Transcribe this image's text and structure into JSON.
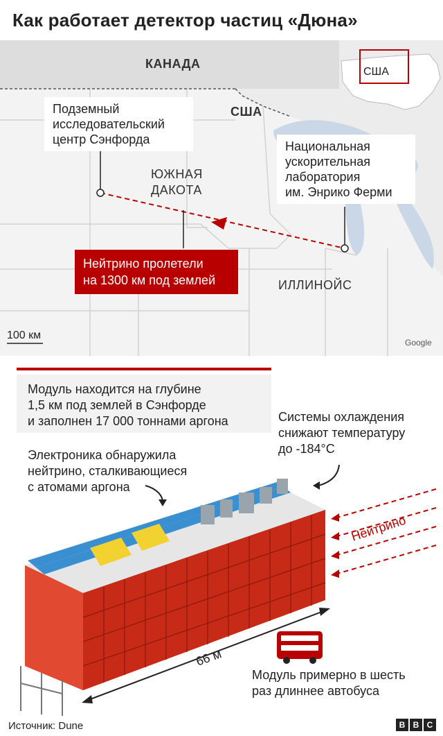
{
  "title": "Как работает детектор частиц «Дюна»",
  "map": {
    "canada": "КАНАДА",
    "usa": "США",
    "south_dakota_1": "ЮЖНАЯ",
    "south_dakota_2": "ДАКОТА",
    "illinois": "ИЛЛИНОЙС",
    "scale": "100 км",
    "credit": "Google",
    "inset_label": "США",
    "sanford_lines": [
      "Подземный",
      "исследовательский",
      "центр Сэнфорда"
    ],
    "fermi_lines": [
      "Национальная",
      "ускорительная",
      "лаборатория",
      "им. Энрико Ферми"
    ],
    "neutrino_lines": [
      "Нейтрино пролетели",
      "на 1300 км под землей"
    ]
  },
  "detector": {
    "module_lines": [
      "Модуль находится на глубине",
      "1,5 км под землей в Сэнфорде",
      "и заполнен 17 000 тоннами аргона"
    ],
    "cooling_lines": [
      "Системы охлаждения",
      "снижают температуру",
      "до -184°C"
    ],
    "electronics_lines": [
      "Электроника обнаружила",
      "нейтрино, сталкивающиеся",
      "с атомами аргона"
    ],
    "neutrino_label": "Нейтрино",
    "length_label": "66 м",
    "bus_lines": [
      "Модуль примерно в шесть",
      "раз длиннее автобуса"
    ]
  },
  "footer": {
    "source": "Источник: Dune",
    "logo": [
      "B",
      "B",
      "C"
    ]
  },
  "colors": {
    "bbc_red": "#b80000",
    "lake_blue": "#c9d7e6",
    "frame_red": "#d8361f"
  }
}
